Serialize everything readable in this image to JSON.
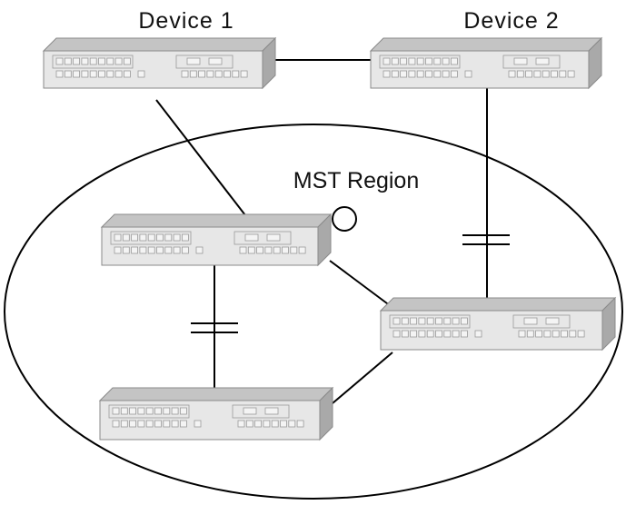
{
  "labels": {
    "device1": "Device 1",
    "device2": "Device 2",
    "region": "MST Region"
  },
  "colors": {
    "switch_top": "#c4c4c4",
    "switch_front": "#e7e7e7",
    "switch_side": "#a9a9a9",
    "stroke": "#8a8a8a",
    "line": "#000000"
  },
  "devices": [
    {
      "id": "device-1",
      "label_key": "device1"
    },
    {
      "id": "device-2",
      "label_key": "device2"
    },
    {
      "id": "region-switch-a"
    },
    {
      "id": "region-switch-b"
    },
    {
      "id": "region-switch-c"
    }
  ],
  "links": [
    {
      "from": "device-1",
      "to": "device-2",
      "blocked": false
    },
    {
      "from": "device-1",
      "to": "region-switch-a",
      "blocked": false
    },
    {
      "from": "device-2",
      "to": "region-switch-c",
      "blocked": true
    },
    {
      "from": "region-switch-a",
      "to": "region-switch-b",
      "blocked": true
    },
    {
      "from": "region-switch-a",
      "to": "region-switch-c",
      "blocked": false
    },
    {
      "from": "region-switch-b",
      "to": "region-switch-c",
      "blocked": false
    }
  ],
  "markers": [
    {
      "name": "root-port-circle",
      "icon": "circle"
    }
  ]
}
